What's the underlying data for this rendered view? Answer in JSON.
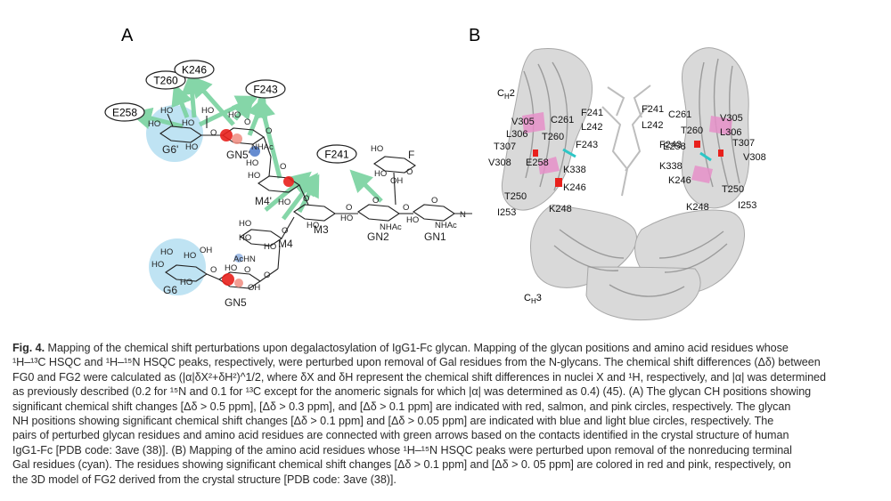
{
  "panels": {
    "a": {
      "letter": "A"
    },
    "b": {
      "letter": "B"
    }
  },
  "glycan": {
    "residues": {
      "g6p": "G6'",
      "g6": "G6",
      "gn5p": "GN5'",
      "gn5": "GN5",
      "m4p": "M4'",
      "m4": "M4",
      "m3": "M3",
      "gn2": "GN2",
      "gn1": "GN1",
      "f": "F"
    },
    "groups": {
      "nhac": "NHAc",
      "achn": "AcHN",
      "ho": "HO",
      "oh": "OH",
      "o": "O",
      "n": "N"
    },
    "contacts": [
      "E258",
      "T260",
      "K246",
      "F243",
      "F241"
    ]
  },
  "structure": {
    "domains": {
      "ch2": "CH2",
      "ch3": "CH3"
    },
    "left_labels": [
      "V305",
      "C261",
      "F241",
      "L306",
      "L242",
      "T260",
      "T307",
      "F243",
      "E258",
      "V308",
      "K338",
      "K246",
      "T250",
      "K248",
      "I253"
    ],
    "right_labels": [
      "F241",
      "C261",
      "L242",
      "V305",
      "L306",
      "T260",
      "F243",
      "E258",
      "T307",
      "V308",
      "K338",
      "K246",
      "T250",
      "K248",
      "I253"
    ]
  },
  "caption": {
    "label": "Fig. 4.",
    "lines": [
      "Mapping of the chemical shift perturbations upon degalactosylation of IgG1-Fc glycan. Mapping of the glycan positions and amino acid residues whose",
      "¹H–¹³C HSQC and ¹H–¹⁵N HSQC peaks, respectively, were perturbed upon removal of Gal residues from the N-glycans. The chemical shift differences (Δδ) between",
      "FG0 and FG2 were calculated as (|α|δX²+δH²)^1/2, where δX and δH represent the chemical shift differences in nuclei X and ¹H, respectively, and |α| was determined",
      "as previously described (0.2 for ¹⁵N and 0.1 for ¹³C except for the anomeric signals for which |α| was determined as 0.4) (45). (A) The glycan CH positions showing",
      "significant chemical shift changes [Δδ > 0.5 ppm], [Δδ > 0.3 ppm], and [Δδ > 0.1 ppm] are indicated with red, salmon, and pink circles, respectively. The glycan",
      "NH positions showing significant chemical shift changes [Δδ > 0.1 ppm] and [Δδ > 0.05 ppm] are indicated with blue and light blue circles, respectively. The",
      "pairs of perturbed glycan residues and amino acid residues are connected with green arrows based on the contacts identified in the crystal structure of human",
      "IgG1-Fc [PDB code: 3ave (38)]. (B) Mapping of the amino acid residues whose ¹H–¹⁵N HSQC peaks were perturbed upon removal of the nonreducing terminal",
      "Gal residues (cyan). The residues showing significant chemical shift changes [Δδ > 0.1 ppm] and [Δδ > 0. 05 ppm] are colored in red and pink, respectively, on",
      "the 3D model of FG2 derived from the crystal structure [PDB code: 3ave (38)]."
    ]
  },
  "colors": {
    "arrow": "#7fd4a4",
    "halo": "#bfe3f3",
    "red": "#e8201c",
    "salmon": "#f08c80",
    "pink": "#e58fc8",
    "blue": "#4b78c8",
    "ribbon": "#d6d6d6"
  }
}
